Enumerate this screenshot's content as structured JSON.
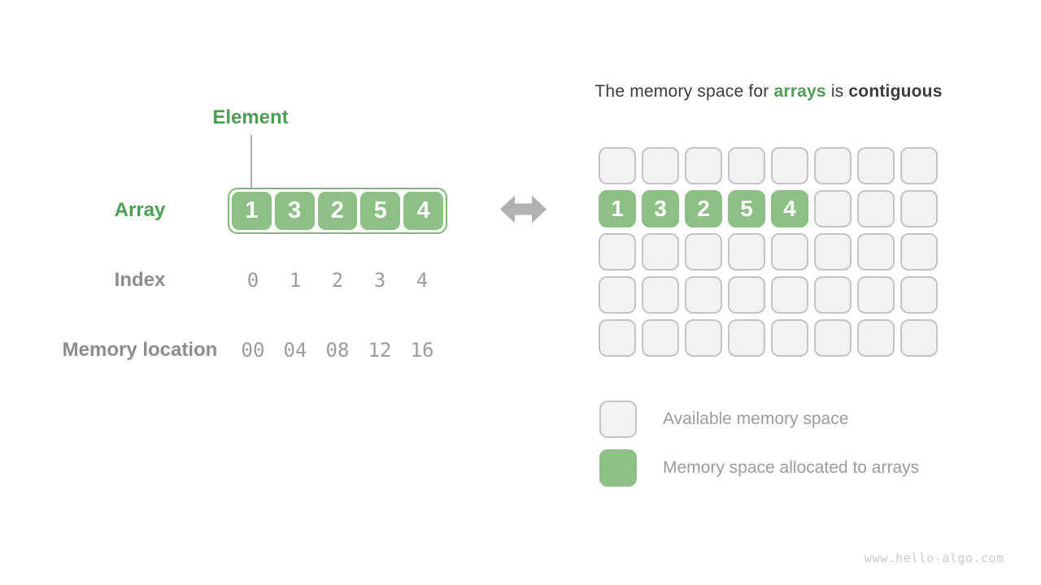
{
  "left": {
    "element_label": "Element",
    "array_label": "Array",
    "index_label": "Index",
    "memory_label": "Memory location",
    "array_values": [
      "1",
      "3",
      "2",
      "5",
      "4"
    ],
    "index_values": [
      "0",
      "1",
      "2",
      "3",
      "4"
    ],
    "memory_values": [
      "00",
      "04",
      "08",
      "12",
      "16"
    ]
  },
  "right": {
    "title": {
      "prefix": "The memory space for ",
      "highlight": "arrays",
      "middle": " is ",
      "suffix": "contiguous"
    },
    "memory_grid": {
      "rows": 5,
      "cols": 8,
      "allocated_row": 1,
      "allocated_values": [
        "1",
        "3",
        "2",
        "5",
        "4"
      ]
    },
    "legend": [
      {
        "swatch": "available",
        "label": "Available memory space"
      },
      {
        "swatch": "allocated",
        "label": "Memory space allocated to arrays"
      }
    ]
  },
  "watermark": "www.hello-algo.com",
  "colors": {
    "green_fill": "#8CC084",
    "green_border": "#7FB878",
    "green_text": "#4D9E53",
    "cell_fill": "#F2F2F3",
    "cell_border": "#C3C4C4",
    "label_gray": "#8D8D8D",
    "number_gray": "#9C9C9C",
    "title_dark": "#3C3C3C",
    "legend_gray": "#9C9C9C",
    "arrow_gray": "#B1B1B1",
    "connector_gray": "#ADADAD",
    "watermark_gray": "#CBCBCB"
  }
}
